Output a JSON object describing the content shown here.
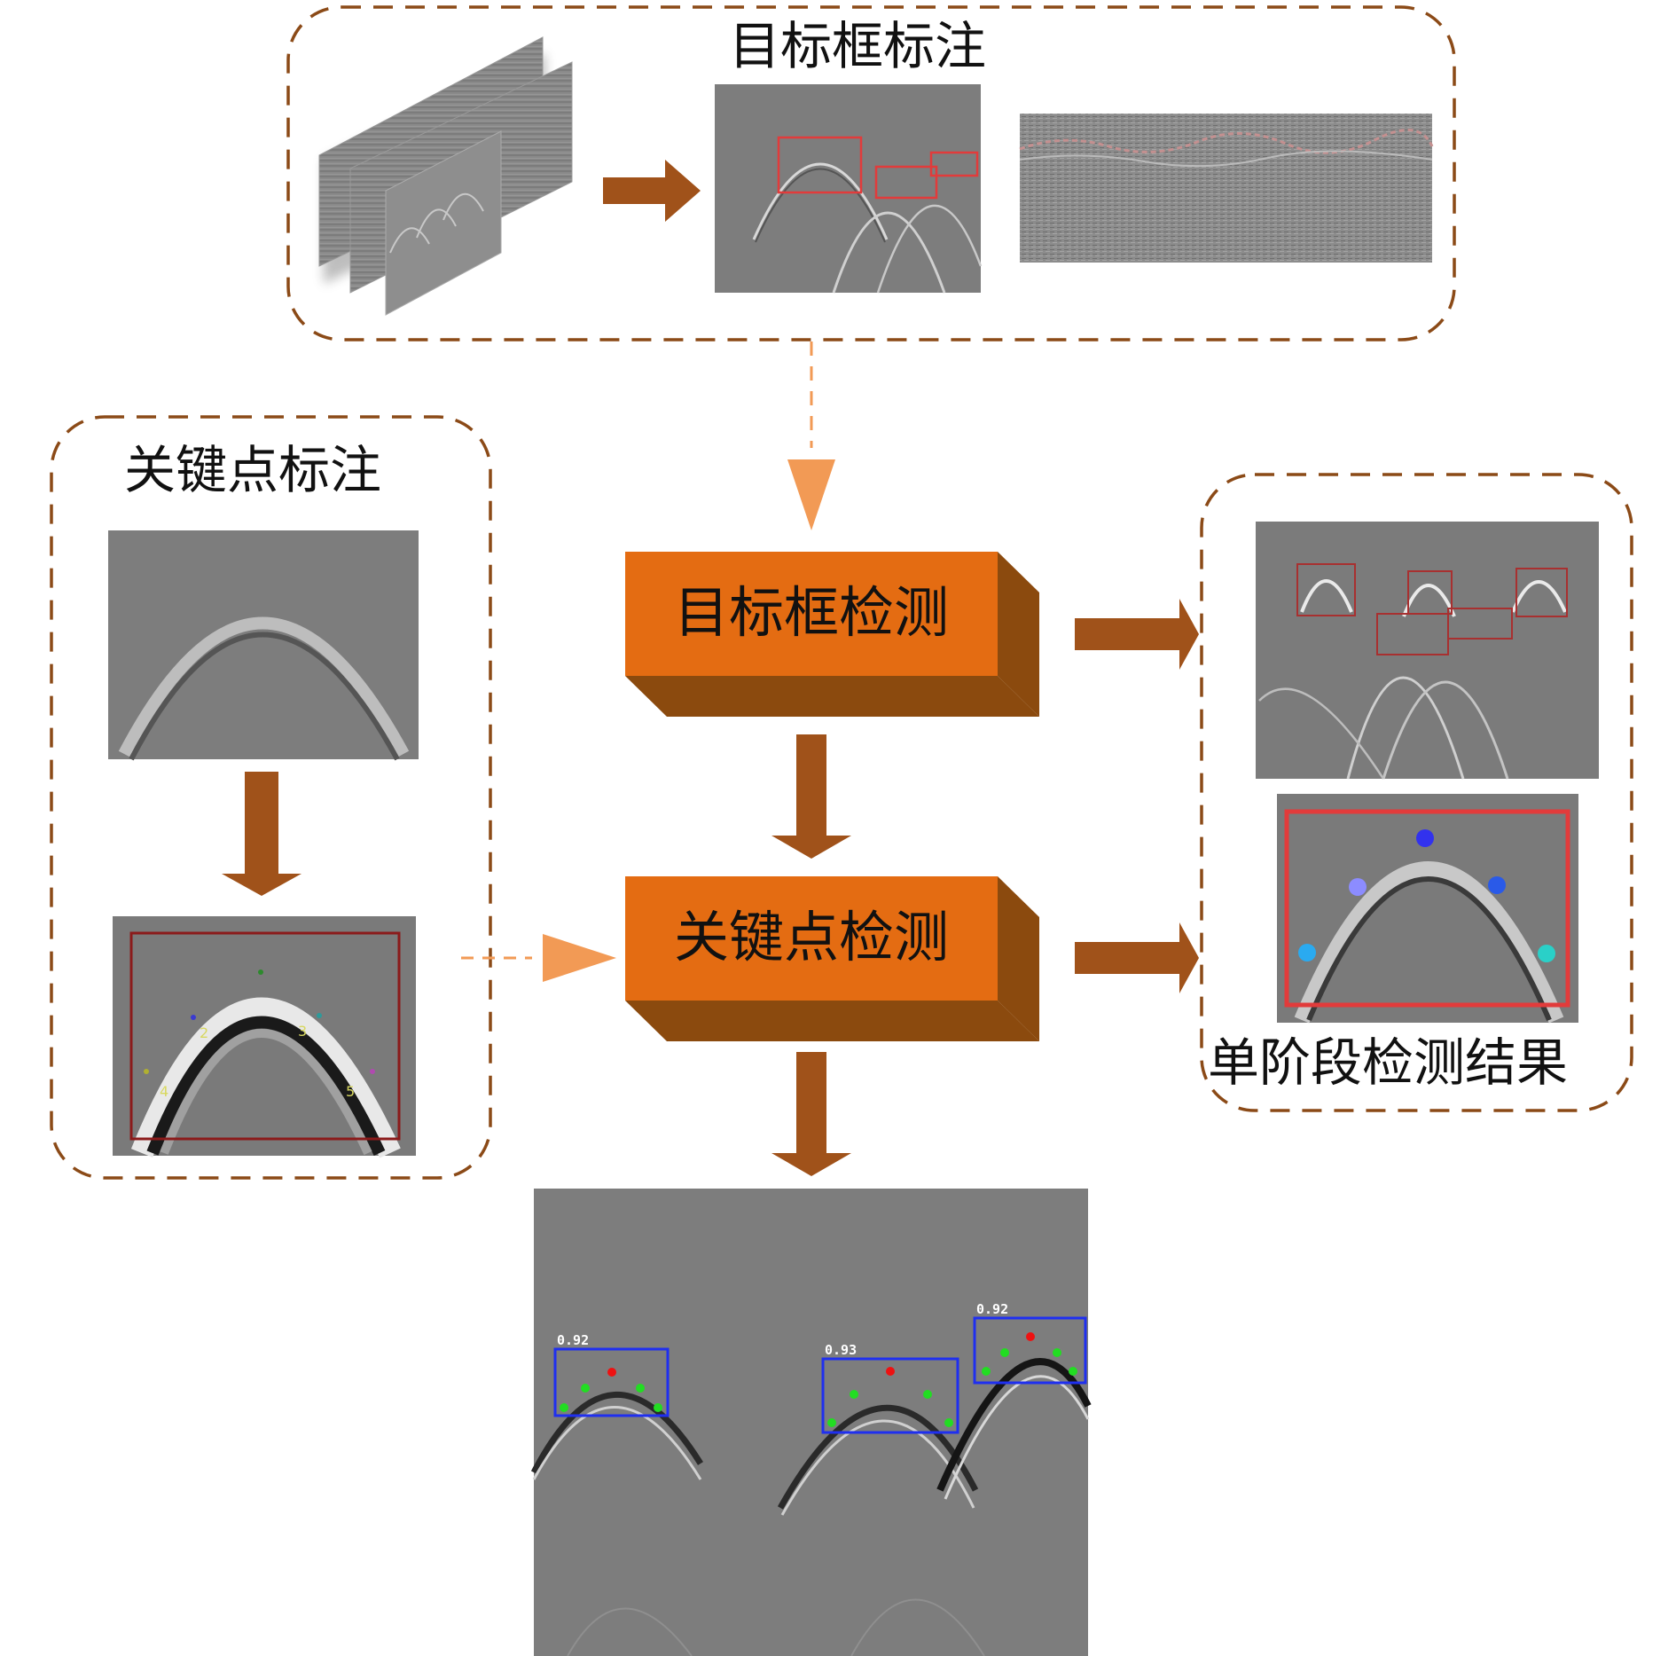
{
  "diagram": {
    "groups": {
      "bbox_annotation": {
        "title": "目标框标注"
      },
      "keypoint_annotation": {
        "title": "关键点标注"
      },
      "single_stage_results": {
        "title": "单阶段检测结果"
      }
    },
    "blocks": {
      "bbox_detection": {
        "label": "目标框检测"
      },
      "keypoint_detection": {
        "label": "关键点检测"
      }
    },
    "keypoint_indices": [
      "2",
      "3",
      "4",
      "5"
    ],
    "confidence_scores": [
      "0.92",
      "0.93",
      "0.92"
    ],
    "colors": {
      "dashed_border": "#8b4a17",
      "block_face": "#e46c12",
      "block_side": "#8b4a0e",
      "solid_arrow": "#a0521a",
      "dashed_arrow": "#f29a55",
      "bbox_red": "#e23b3b",
      "detection_blue": "#1f2ff0",
      "keypoint_green": "#22dd22",
      "keypoint_red": "#ee1111",
      "gpr_gray": "#7a7a7a"
    }
  }
}
